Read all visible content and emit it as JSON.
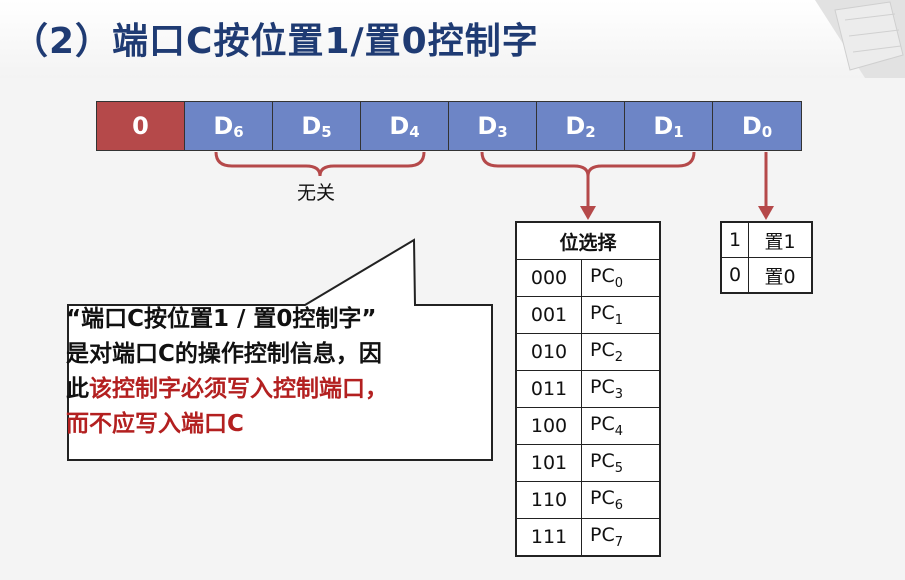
{
  "title": "（2）端口C按位置1/置0控制字",
  "bits": [
    {
      "main": "0",
      "sub": "",
      "color": "red"
    },
    {
      "main": "D",
      "sub": "6",
      "color": "blue"
    },
    {
      "main": "D",
      "sub": "5",
      "color": "blue"
    },
    {
      "main": "D",
      "sub": "4",
      "color": "blue"
    },
    {
      "main": "D",
      "sub": "3",
      "color": "blue"
    },
    {
      "main": "D",
      "sub": "2",
      "color": "blue"
    },
    {
      "main": "D",
      "sub": "1",
      "color": "blue"
    },
    {
      "main": "D",
      "sub": "0",
      "color": "blue"
    }
  ],
  "brace_label": "无关",
  "select_table": {
    "header": "位选择",
    "rows": [
      {
        "code": "000",
        "pc": "PC",
        "sub": "0"
      },
      {
        "code": "001",
        "pc": "PC",
        "sub": "1"
      },
      {
        "code": "010",
        "pc": "PC",
        "sub": "2"
      },
      {
        "code": "011",
        "pc": "PC",
        "sub": "3"
      },
      {
        "code": "100",
        "pc": "PC",
        "sub": "4"
      },
      {
        "code": "101",
        "pc": "PC",
        "sub": "5"
      },
      {
        "code": "110",
        "pc": "PC",
        "sub": "6"
      },
      {
        "code": "111",
        "pc": "PC",
        "sub": "7"
      }
    ]
  },
  "d0_table": [
    {
      "value": "1",
      "meaning": "置1"
    },
    {
      "value": "0",
      "meaning": "置0"
    }
  ],
  "note": {
    "line1": "“端口C按位置1 / 置0控制字”",
    "line2": "是对端口C的操作控制信息，因",
    "line3_black": "此",
    "line3_red": "该控制字必须写入控制端口，",
    "line4_red": "而不应写入端口C"
  },
  "colors": {
    "title": "#1f3b73",
    "bit_red": "#b5494a",
    "bit_blue": "#6d85c6",
    "brace": "#b5494a",
    "note_red": "#b32020"
  }
}
